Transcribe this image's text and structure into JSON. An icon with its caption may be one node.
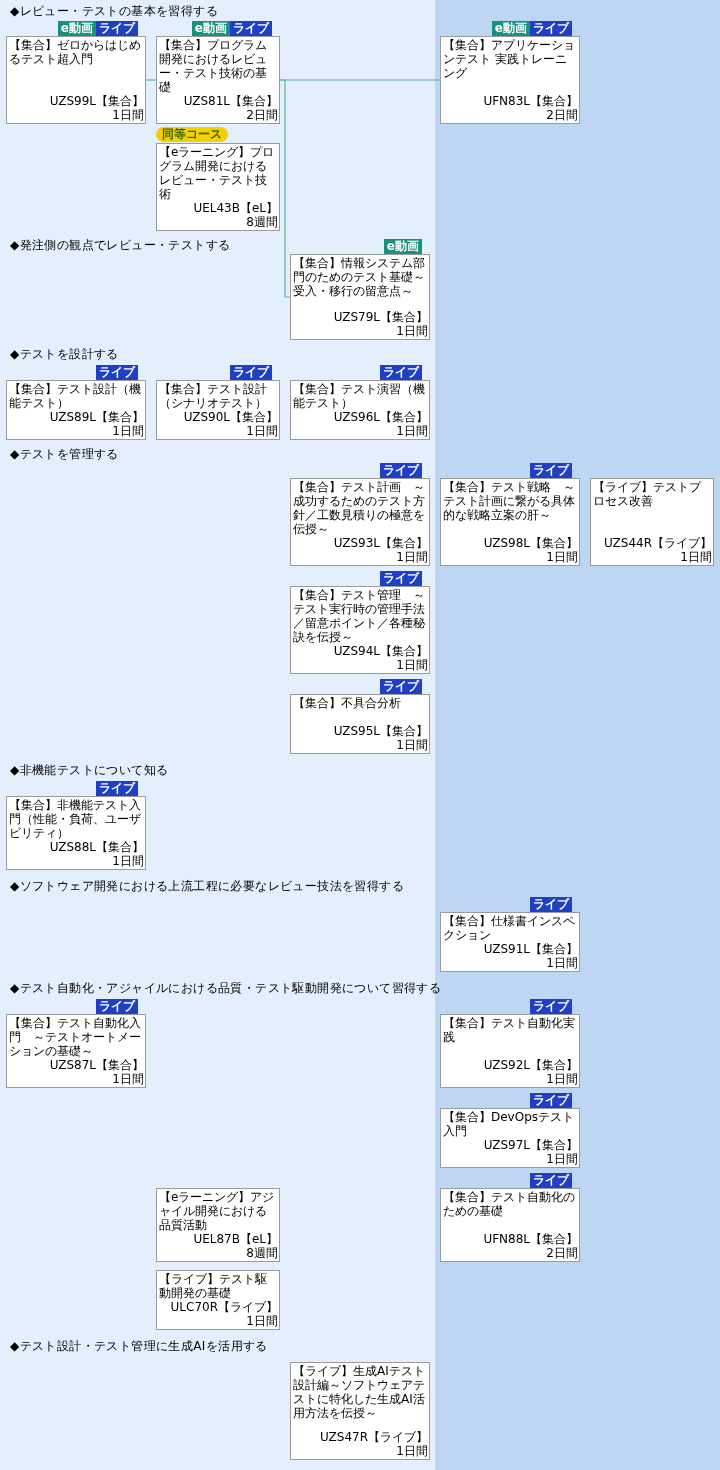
{
  "diagram": {
    "nodes": [
      {
        "text": [
          "【集合】ゼロからはじめるテスト超入門",
          "UZS99L【集合】",
          "1日間"
        ],
        "beside": [
          "e動画",
          "ライブ"
        ]
      },
      {
        "text": [
          "【集合】プログラム開発におけるレビュー・テスト技術の基礎",
          "UZS81L【集合】",
          "2日間"
        ],
        "beside": [
          "e動画",
          "ライブ"
        ]
      },
      {
        "text": [
          "【集合】アプリケーションテスト 実践トレーニング",
          "UFN83L【集合】",
          "2日間"
        ],
        "beside": [
          "e動画",
          "ライブ"
        ]
      },
      {
        "text": [
          "【eラーニング】プログラム開発におけるレビュー・テスト技術",
          "UEL43B【eL】",
          "8週間"
        ],
        "beside": [
          "同等コース"
        ]
      },
      {
        "text": [
          "【集合】情報システム部門のためのテスト基礎～受入・移行の留意点～",
          "UZS79L【集合】",
          "1日間"
        ],
        "beside": [
          "e動画"
        ]
      },
      {
        "text": [
          "【集合】テスト設計（機能テスト）",
          "UZS89L【集合】",
          "1日間"
        ],
        "beside": [
          "ライブ"
        ]
      },
      {
        "text": [
          "【集合】テスト設計（シナリオテスト）",
          "UZS90L【集合】",
          "1日間"
        ],
        "beside": [
          "ライブ"
        ]
      },
      {
        "text": [
          "【集合】テスト演習（機能テスト）",
          "UZS96L【集合】",
          "1日間"
        ],
        "beside": [
          "ライブ"
        ]
      },
      {
        "text": [
          "【集合】テスト計画　～成功するためのテスト方針／工数見積りの極意を伝授～",
          "UZS93L【集合】",
          "1日間"
        ],
        "beside": [
          "ライブ"
        ]
      },
      {
        "text": [
          "【集合】テスト戦略　～テスト計画に繋がる具体的な戦略立案の肝～",
          "UZS98L【集合】",
          "1日間"
        ],
        "beside": [
          "ライブ"
        ]
      },
      {
        "text": [
          "【ライブ】テストプロセス改善",
          "UZS44R【ライブ】",
          "1日間"
        ]
      },
      {
        "text": [
          "【集合】テスト管理　～テスト実行時の管理手法／留意ポイント／各種秘訣を伝授～",
          "UZS94L【集合】",
          "1日間"
        ],
        "beside": [
          "ライブ"
        ]
      },
      {
        "text": [
          "【集合】不具合分析",
          "UZS95L【集合】",
          "1日間"
        ],
        "beside": [
          "ライブ"
        ]
      },
      {
        "text": [
          "【集合】非機能テスト入門（性能・負荷、ユーザビリティ）",
          "UZS88L【集合】",
          "1日間"
        ],
        "beside": [
          "ライブ"
        ]
      },
      {
        "text": [
          "【集合】仕様書インスペクション",
          "UZS91L【集合】",
          "1日間"
        ],
        "beside": [
          "ライブ"
        ]
      },
      {
        "text": [
          "【集合】テスト自動化入門　～テストオートメーションの基礎～",
          "UZS87L【集合】",
          "1日間"
        ],
        "beside": [
          "ライブ"
        ]
      },
      {
        "text": [
          "【集合】テスト自動化実践",
          "UZS92L【集合】",
          "1日間"
        ],
        "beside": [
          "ライブ"
        ]
      },
      {
        "text": [
          "【集合】DevOpsテスト入門",
          "UZS97L【集合】",
          "1日間"
        ],
        "beside": [
          "ライブ"
        ]
      },
      {
        "text": [
          "【eラーニング】アジャイル開発における品質活動",
          "UEL87B【eL】",
          "8週間"
        ]
      },
      {
        "text": [
          "【集合】テスト自動化のための基礎",
          "UFN88L【集合】",
          "2日間"
        ],
        "beside": [
          "ライブ"
        ]
      },
      {
        "text": [
          "【ライブ】テスト駆動開発の基礎",
          "ULC70R【ライブ】",
          "1日間"
        ]
      },
      {
        "text": [
          "【ライブ】生成AIテスト設計編～ソフトウェアテストに特化した生成AI活用方法を伝授～",
          "UZS47R【ライブ】",
          "1日間"
        ]
      }
    ],
    "edges": [
      {
        "from": 0,
        "to": 1,
        "arrow": "none"
      },
      {
        "from": 1,
        "to": 2,
        "arrow": "none"
      },
      {
        "from": 1,
        "to": 4,
        "arrow": "none"
      }
    ],
    "labels": [
      "◆レビュー・テストの基本を習得する",
      "◆発注側の観点でレビュー・テストする",
      "◆テストを設計する",
      "◆テストを管理する",
      "◆非機能テストについて知る",
      "◆ソフトウェア開発における上流工程に必要なレビュー技法を習得する",
      "◆テスト自動化・アジャイルにおける品質・テスト駆動開発について習得する",
      "◆テスト設計・テスト管理に生成AIを活用する"
    ]
  }
}
